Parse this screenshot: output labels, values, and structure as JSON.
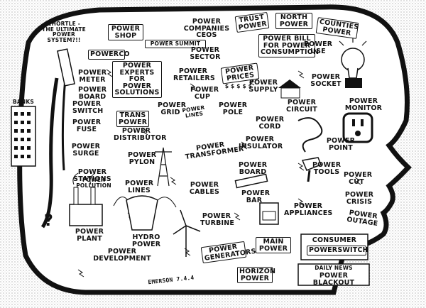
{
  "labels": {
    "chortle": "CHORTLE - THE ULTIMATE POWER SYSTEM?!!",
    "power_shop": "POWER SHOP",
    "power_summit": "POWER SUMMIT",
    "power_companies_ceos": "POWER COMPANIES CEOS",
    "trust_power": "TRUST POWER",
    "north_power": "NORTH POWER",
    "counties_power": "COUNTIES POWER",
    "powerco": "POWERCO",
    "power_experts": "POWER EXPERTS FOR POWER SOLUTIONS",
    "power_sector": "POWER SECTOR",
    "power_bill": "POWER BILL FOR POWER CONSUMPTION",
    "power_use": "POWER USE",
    "power_meter": "POWER METER",
    "power_board_left": "POWER BOARD",
    "power_retailers": "POWER RETAILERS",
    "power_prices": "POWER PRICES",
    "power_prices_sub": "$ $ $ $ $",
    "power_supply": "POWER SUPPLY",
    "power_socket": "POWER SOCKET",
    "banks": "BANKS",
    "power_switch": "POWER SWITCH",
    "power_cup": "POWER CUP",
    "power_lines_wire": "POWER LINES",
    "power_grid": "POWER GRID",
    "power_pole": "POWER POLE",
    "power_circuit": "POWER CIRCUIT",
    "power_monitor": "POWER MONITOR",
    "trans_power": "TRANS POWER",
    "power_fuse": "POWER FUSE",
    "power_distributor": "POWER DISTRIBUTOR",
    "power_cord": "POWER CORD",
    "power_surge": "POWER SURGE",
    "power_insulator": "POWER INSULATOR",
    "power_point": "POWER POINT",
    "power_transformer": "POWER TRANSFORMER",
    "power_pylon": "POWER PYLON",
    "power_stations": "POWER STATIONS",
    "power_pollution": "POWER POLLUTION",
    "power_board_right": "POWER BOARD",
    "power_tools": "POWER TOOLS",
    "power_lines": "POWER LINES",
    "power_cables": "POWER CABLES",
    "power_bar": "POWER BAR",
    "power_cut": "POWER CUT",
    "power_crisis": "POWER CRISIS",
    "power_appliances": "POWER APPLIANCES",
    "power_outage": "POWER OUTAGE",
    "power_turbine": "POWER TURBINE",
    "power_plant": "POWER PLANT",
    "hydro_power": "HYDRO POWER",
    "consumer": "CONSUMER",
    "powerswitch": "POWERSWITCH",
    "power_generators": "POWER GENERATORS",
    "main_power": "MAIN POWER",
    "daily_news": "DAILY NEWS",
    "power_blackout": "POWER BLACKOUT",
    "power_development": "POWER DEVELOPMENT",
    "horizon_power": "HORIZON POWER",
    "signature": "EMERSON 7.4.4"
  },
  "icons": [
    "light-bulb-icon",
    "power-socket-icon",
    "house-icon",
    "wind-turbine-icon",
    "factory-icon",
    "dam-icon",
    "pylon-icon",
    "question-mark-icon",
    "power-cord-icon",
    "drill-icon",
    "oven-icon",
    "power-bar-icon"
  ]
}
